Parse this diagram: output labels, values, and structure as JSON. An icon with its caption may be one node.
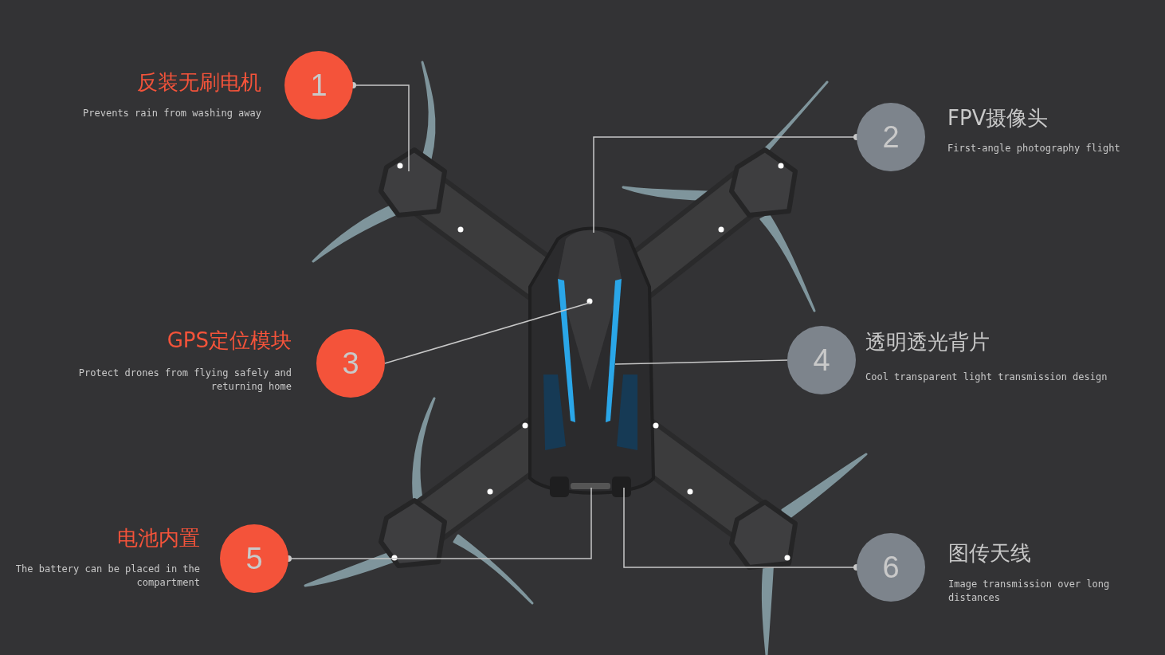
{
  "diagram": {
    "nodes": [
      {
        "text": [
          "1"
        ],
        "beside": [
          "反装无刷电机",
          "Prevents rain from washing away"
        ]
      },
      {
        "text": [
          "2"
        ],
        "beside": [
          "FPV摄像头",
          "First-angle photography flight"
        ]
      },
      {
        "text": [
          "3"
        ],
        "beside": [
          "GPS定位模块",
          "Protect drones from flying safely and returning home"
        ]
      },
      {
        "text": [
          "4"
        ],
        "beside": [
          "透明透光背片",
          "Cool transparent light transmission design"
        ]
      },
      {
        "text": [
          "5"
        ],
        "beside": [
          "电池内置",
          "The battery can be placed in the compartment"
        ]
      },
      {
        "text": [
          "6"
        ],
        "beside": [
          "图传天线",
          "Image transmission over long distances"
        ]
      }
    ],
    "edges": [
      {
        "from": 0,
        "to": null,
        "arrow": "other"
      },
      {
        "from": 1,
        "to": null,
        "arrow": "other"
      },
      {
        "from": 2,
        "to": null,
        "arrow": "none"
      },
      {
        "from": 3,
        "to": null,
        "arrow": "none"
      },
      {
        "from": 4,
        "to": null,
        "arrow": "other"
      },
      {
        "from": 5,
        "to": null,
        "arrow": "other"
      }
    ]
  }
}
